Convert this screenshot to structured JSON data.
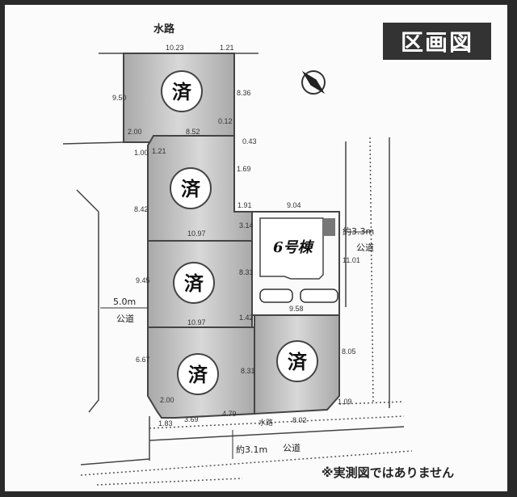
{
  "title": "区画図",
  "note": "※実測図ではありません",
  "top_waterway": "水路",
  "sold_mark": "済",
  "lot6_label": "6号棟",
  "roads": {
    "left": {
      "width": "5.0m",
      "type": "公道"
    },
    "right": {
      "width": "約3.3m",
      "type": "公道"
    },
    "bottom": {
      "width": "約3.1m",
      "type": "公道",
      "waterway": "水路"
    }
  },
  "dimensions": {
    "lot1": [
      "10.23",
      "1.21",
      "9.50",
      "8.36",
      "0.12",
      "2.00",
      "8.52",
      "0.43"
    ],
    "lot2": [
      "1.00",
      "1.21",
      "1.69",
      "8.42",
      "1.91",
      "3.14",
      "10.97"
    ],
    "lot3": [
      "9.45",
      "8.31",
      "1.42",
      "10.97"
    ],
    "lot4": [
      "6.67",
      "8.31",
      "2.00",
      "1.83",
      "3.69",
      "4.79"
    ],
    "lot5": [
      "8.05",
      "1.09",
      "8.02"
    ],
    "lot6": [
      "9.04",
      "11.01",
      "9.58"
    ]
  },
  "colors": {
    "lot_fill": "#b8b8b8",
    "title_bg": "#333333"
  }
}
